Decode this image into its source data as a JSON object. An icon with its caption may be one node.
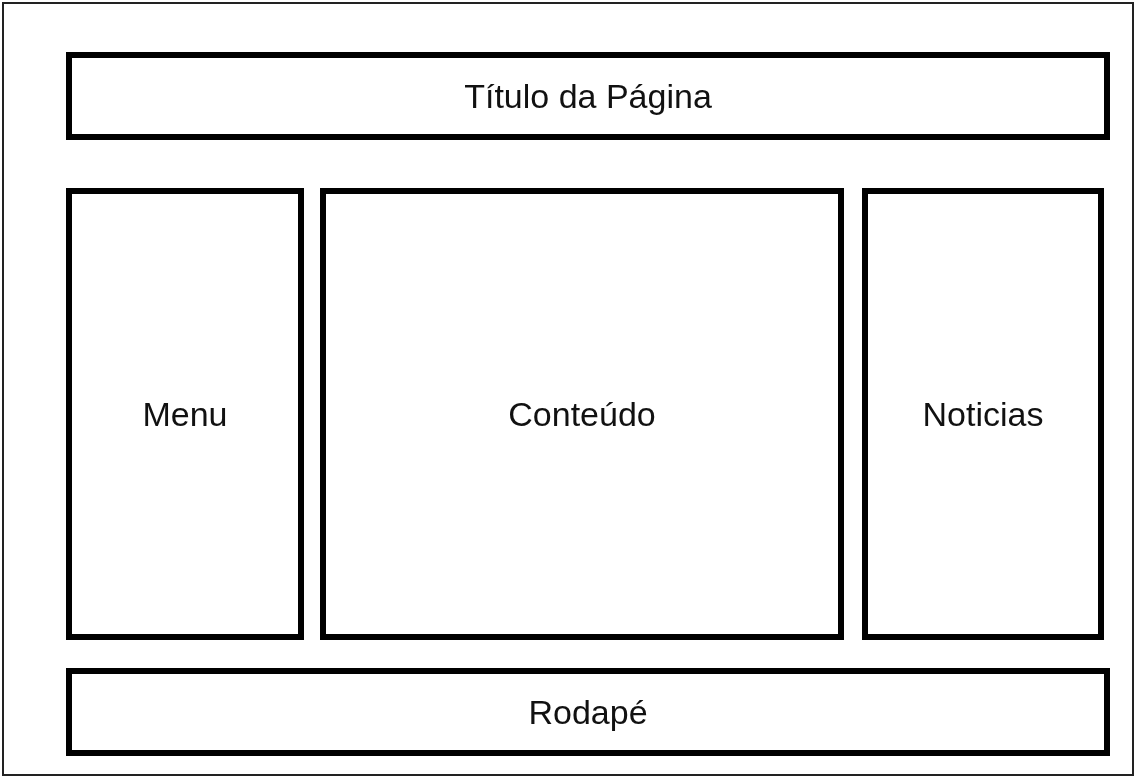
{
  "diagram": {
    "nodes": [
      {
        "text": [],
        "shape": "box"
      },
      {
        "text": [
          "Título da Página"
        ],
        "in": 0
      },
      {
        "text": [
          "Menu"
        ],
        "in": 0
      },
      {
        "text": [
          "Conteúdo"
        ],
        "in": 0
      },
      {
        "text": [
          "Noticias"
        ],
        "in": 0
      },
      {
        "text": [
          "Rodapé"
        ],
        "in": 0
      }
    ]
  }
}
